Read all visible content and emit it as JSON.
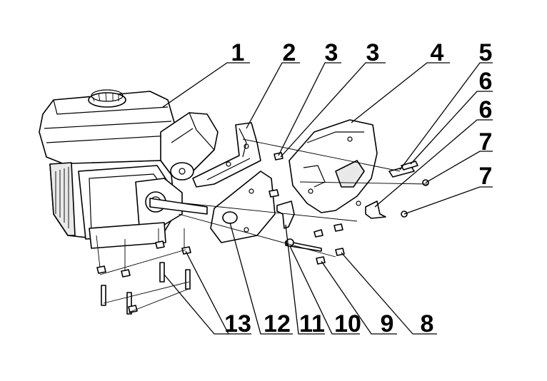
{
  "diagram": {
    "callouts": [
      {
        "id": "1",
        "label": "1"
      },
      {
        "id": "2",
        "label": "2"
      },
      {
        "id": "3a",
        "label": "3"
      },
      {
        "id": "3b",
        "label": "3"
      },
      {
        "id": "4",
        "label": "4"
      },
      {
        "id": "5",
        "label": "5"
      },
      {
        "id": "6a",
        "label": "6"
      },
      {
        "id": "6b",
        "label": "6"
      },
      {
        "id": "7a",
        "label": "7"
      },
      {
        "id": "7b",
        "label": "7"
      },
      {
        "id": "8",
        "label": "8"
      },
      {
        "id": "9",
        "label": "9"
      },
      {
        "id": "10",
        "label": "10"
      },
      {
        "id": "11",
        "label": "11"
      },
      {
        "id": "12",
        "label": "12"
      },
      {
        "id": "13",
        "label": "13"
      }
    ]
  }
}
